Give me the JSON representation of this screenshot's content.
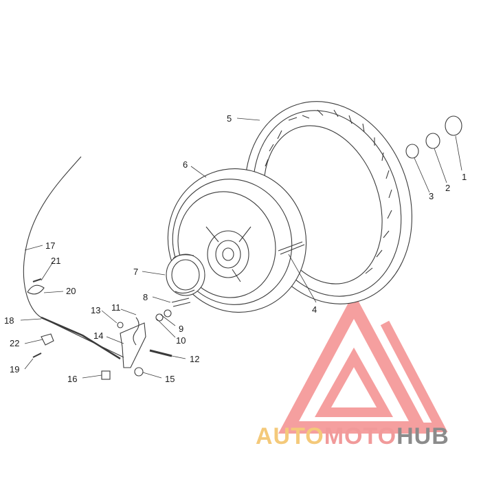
{
  "labels": {
    "p1": "1",
    "p2": "2",
    "p3": "3",
    "p4": "4",
    "p5": "5",
    "p6": "6",
    "p7": "7",
    "p8": "8",
    "p9": "9",
    "p10": "10",
    "p11": "11",
    "p12": "12",
    "p13": "13",
    "p14": "14",
    "p15": "15",
    "p16": "16",
    "p17": "17",
    "p18": "18",
    "p19": "19",
    "p20": "20",
    "p21": "21",
    "p22": "22"
  },
  "watermark": {
    "auto": "AUTO",
    "moto": "MOTO",
    "hub": "HUB"
  },
  "colors": {
    "line": "#3a3a3a",
    "logo_red": "#f27f7f",
    "logo_yellow": "#f4c97a",
    "logo_gray": "#8b8b8b"
  }
}
